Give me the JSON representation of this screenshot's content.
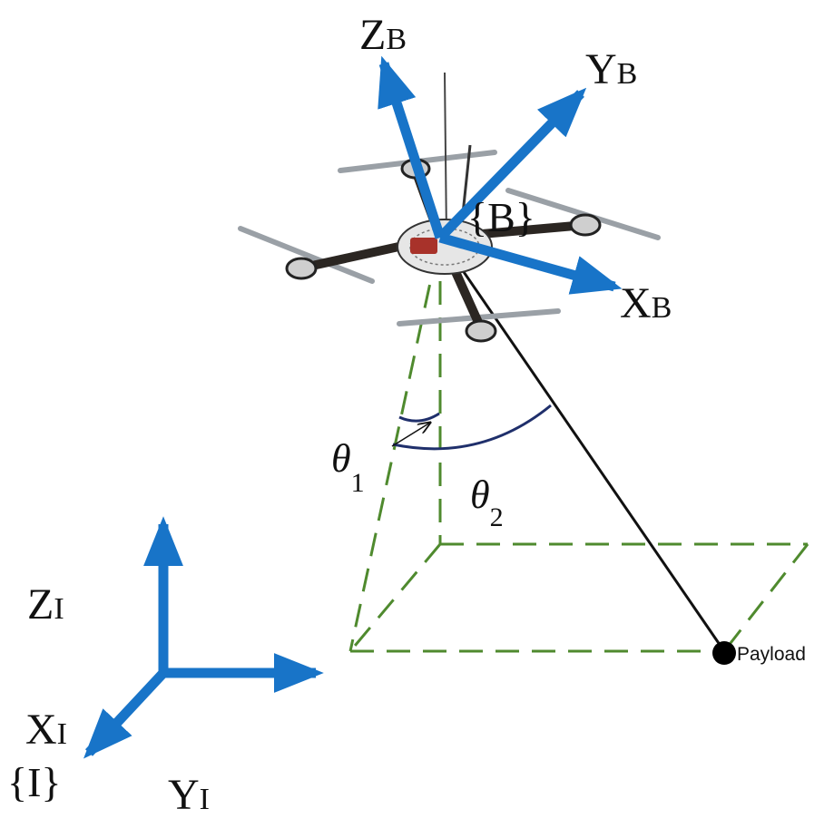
{
  "labels": {
    "zb": {
      "main": "Z",
      "sub": "B"
    },
    "yb": {
      "main": "Y",
      "sub": "B"
    },
    "xb": {
      "main": "X",
      "sub": "B"
    },
    "body_frame": "{B}",
    "zi": {
      "main": "Z",
      "sub": "I"
    },
    "xi": {
      "main": "X",
      "sub": "I"
    },
    "yi": {
      "main": "Y",
      "sub": "I"
    },
    "inertial_frame": "{I}",
    "theta1": {
      "main": "θ",
      "sub": "1"
    },
    "theta2": {
      "main": "θ",
      "sub": "2"
    },
    "payload": "Payload"
  },
  "colors": {
    "axis_blue": "#1874c8",
    "dash_green": "#4f8a2e",
    "arc_navy": "#1f2f6b",
    "cable": "#111111",
    "drone_frame": "#2b2622",
    "propeller": "#9aa0a6",
    "motor": "#cfcfcf",
    "drone_body_red": "#a8322a"
  }
}
